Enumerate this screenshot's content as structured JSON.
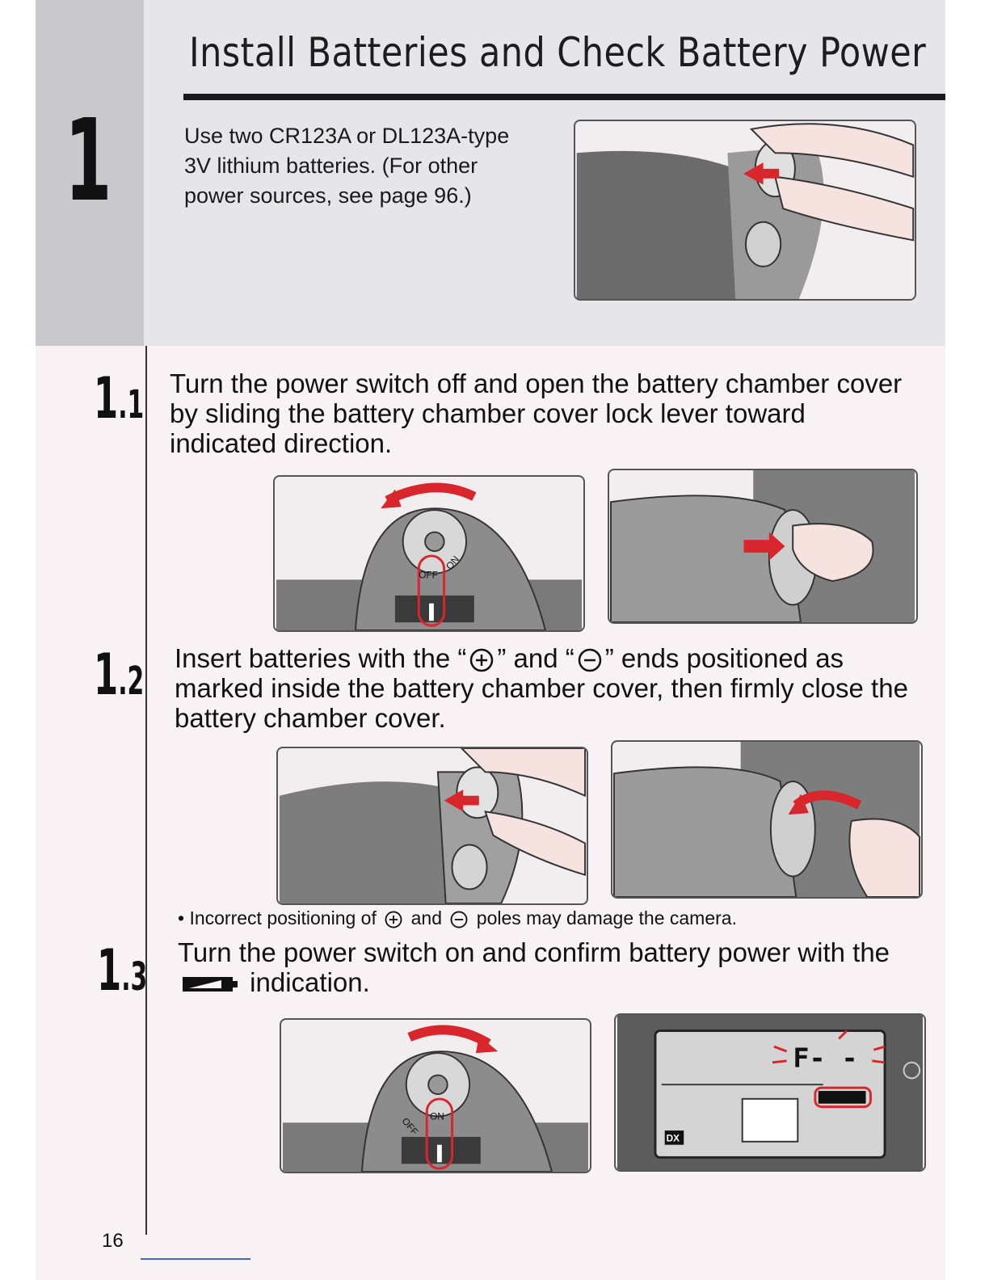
{
  "header": {
    "title": "Install Batteries and Check Battery Power",
    "chapter_number": "1"
  },
  "intro": {
    "text": "Use two CR123A or DL123A-type 3V lithium batteries. (For other power sources, see page 96.)"
  },
  "steps": [
    {
      "major": "1",
      "minor": ".1",
      "text": "Turn the power switch off and open the battery chamber cover by sliding the battery chamber cover lock lever toward indicated direction."
    },
    {
      "major": "1",
      "minor": ".2",
      "text_before_plus": "Insert batteries with the “",
      "text_between": "” and “",
      "text_after": "” ends positioned as marked inside the battery chamber cover, then firmly close the battery chamber cover."
    },
    {
      "major": "1",
      "minor": ".3",
      "text_before_icon": "Turn the power switch on and confirm battery power with the",
      "text_after_icon": "indication."
    }
  ],
  "note": {
    "bullet": "•",
    "text_before": "Incorrect positioning of",
    "text_between": "and",
    "text_after": "poles may damage the camera."
  },
  "illustrations": {
    "switch_off_label": "OFF",
    "switch_on_label": "ON",
    "lcd_f_label": "F- -",
    "lcd_dx_label": "DX"
  },
  "footer": {
    "page_number": "16"
  },
  "colors": {
    "accent_red": "#d9262c",
    "top_band": "#e6e5e7",
    "left_strip": "#c9c8ca",
    "page_bg": "#f9f2f4"
  }
}
